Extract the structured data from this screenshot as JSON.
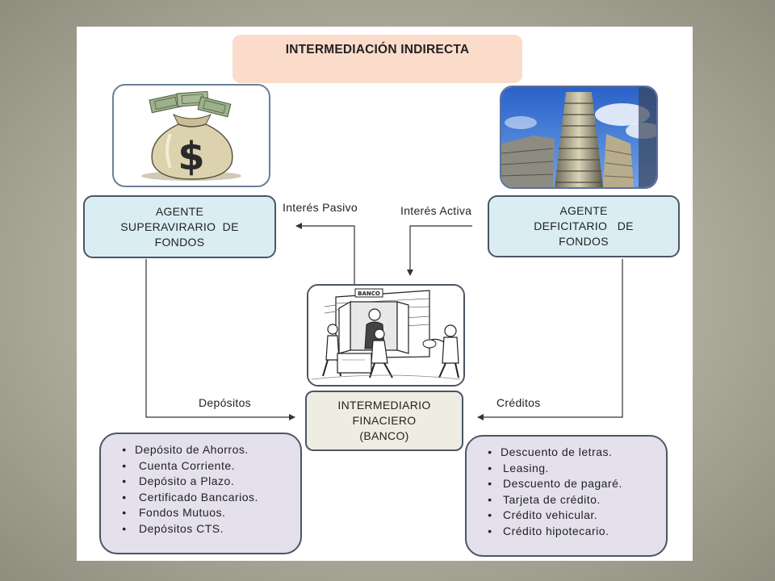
{
  "title": "INTERMEDIACIÓN  INDIRECTA",
  "surplus_agent": {
    "lines": [
      "AGENTE",
      "SUPERAVIRARIO  DE",
      "FONDOS"
    ]
  },
  "deficit_agent": {
    "lines": [
      "AGENTE",
      "DEFICITARIO   DE",
      "FONDOS"
    ]
  },
  "intermediary": {
    "lines": [
      "INTERMEDIARIO",
      "FINACIERO",
      "(BANCO)"
    ]
  },
  "bank_sign": "BANCO",
  "flow_labels": {
    "passive_interest": "Interés Pasivo",
    "active_interest": "Interés Activa",
    "deposits": "Depósitos",
    "credits": "Créditos"
  },
  "deposit_products": [
    "Depósito de Ahorros.",
    "Cuenta Corriente.",
    "Depósito a Plazo.",
    "Certificado Bancarios.",
    "Fondos Mutuos.",
    "Depósitos CTS."
  ],
  "credit_products": [
    "Descuento de letras.",
    "Leasing.",
    "Descuento de pagaré.",
    "Tarjeta de crédito.",
    "Crédito vehicular.",
    "Crédito hipotecario."
  ],
  "bullet": "•",
  "colors": {
    "title_bg": "#fbdccb",
    "agent_bg": "#daedf3",
    "intermediary_bg": "#eeede1",
    "list_bg": "#e4e0ec",
    "border": "#4b5563"
  },
  "icons": {
    "surplus_image": "money-bag-icon",
    "deficit_image": "office-building-icon",
    "bank_image": "bank-cartoon-icon"
  }
}
